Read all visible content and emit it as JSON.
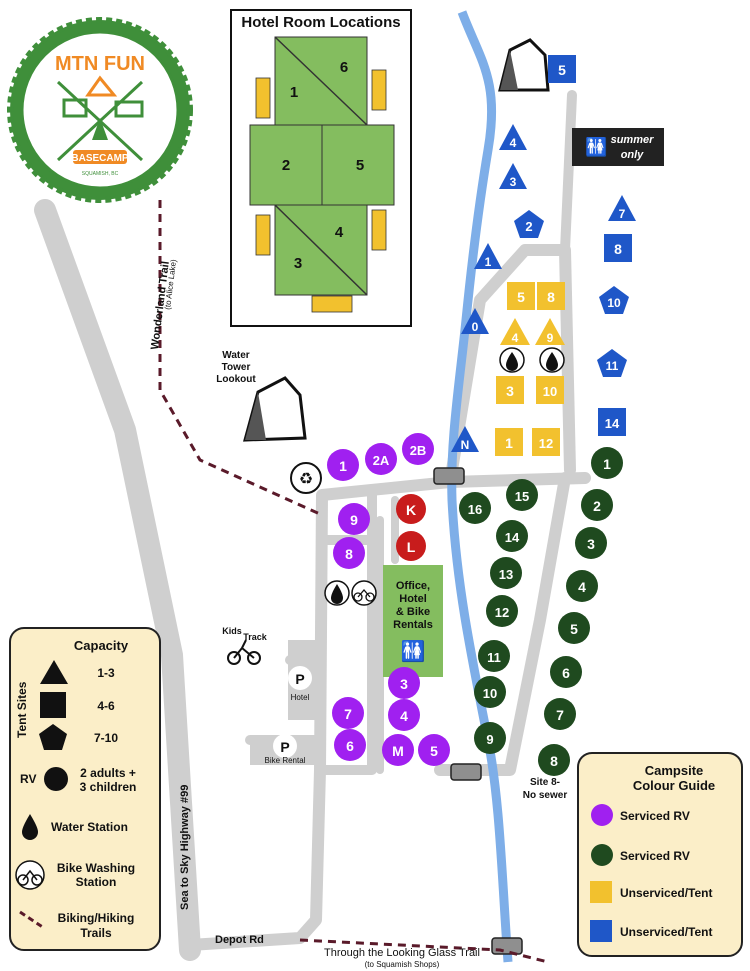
{
  "logo": {
    "name": "MTN FUN",
    "banner": "BASECAMP",
    "place": "SQUAMISH, BC",
    "colors": {
      "ring": "#3f8f3a",
      "accent": "#f08a24",
      "fill": "#ffffff"
    }
  },
  "hotel_panel": {
    "title": "Hotel Room Locations",
    "rooms": [
      "1",
      "6",
      "2",
      "5",
      "4",
      "3"
    ]
  },
  "roads": {
    "highway": "Sea to Sky Highway #99",
    "depot": "Depot Rd"
  },
  "trails": {
    "wonderland": "Wonderland Trail",
    "wonderland_note": "(to Alice Lake)",
    "looking_glass": "Through the Looking Glass Trail",
    "looking_glass_note": "(to Squamish Shops)"
  },
  "landmarks": {
    "water_tower_line1": "Water",
    "water_tower_line2": "Tower",
    "water_tower_line3": "Lookout",
    "kids_track_line1": "Kids",
    "kids_track_line2": "Track",
    "office_line1": "Office,",
    "office_line2": "Hotel",
    "office_line3": "& Bike",
    "office_line4": "Rentals",
    "washroom_line1": "summer",
    "washroom_line2": "only",
    "site8_line1": "Site 8-",
    "site8_line2": "No sewer"
  },
  "parking": {
    "symbol": "P",
    "hotel": "Hotel",
    "bike": "Bike Rental"
  },
  "sites": {
    "servicedA": [
      "1",
      "2A",
      "2B",
      "9",
      "8",
      "7",
      "6",
      "3",
      "4",
      "M",
      "5"
    ],
    "office_codes": [
      "K",
      "L"
    ],
    "servicedB_right": [
      "1",
      "2",
      "3",
      "4",
      "5",
      "6",
      "7",
      "8"
    ],
    "servicedB_inner": [
      "16",
      "15",
      "14",
      "13",
      "12",
      "11",
      "10",
      "9"
    ],
    "unservicedA_squares": [
      "5",
      "8",
      "3",
      "10",
      "1",
      "12"
    ],
    "unservicedA_triangles": [
      "4",
      "9"
    ],
    "unservicedB_triangles": [
      "4",
      "3",
      "1",
      "0",
      "N",
      "7"
    ],
    "unservicedB_squares": [
      "5",
      "8",
      "14"
    ],
    "unservicedB_pentagons": [
      "2",
      "10",
      "11"
    ]
  },
  "legend_capacity": {
    "title": "Capacity",
    "tent_sites": "Tent Sites",
    "triangle": "1-3",
    "square": "4-6",
    "pentagon": "7-10",
    "rv": "RV",
    "rv_line1": "2 adults +",
    "rv_line2": "3 children",
    "water": "Water Station",
    "bike_wash_line1": "Bike Washing",
    "bike_wash_line2": "Station",
    "trails_line1": "Biking/Hiking",
    "trails_line2": "Trails"
  },
  "legend_colour": {
    "title_line1": "Campsite",
    "title_line2": "Colour Guide",
    "items": [
      {
        "label": "Serviced RV",
        "color": "#a020f0"
      },
      {
        "label": "Serviced RV",
        "color": "#1f4a1f"
      },
      {
        "label": "Unserviced/Tent",
        "color": "#f2c12e"
      },
      {
        "label": "Unserviced/Tent",
        "color": "#1f57c8"
      }
    ]
  },
  "colors": {
    "road": "#cfcfcf",
    "river": "#7eaee8",
    "purple": "#a020f0",
    "darkgreen": "#1f4a1f",
    "yellow": "#f2c12e",
    "blue": "#1f57c8",
    "red": "#c81c1c",
    "building": "#84bd5f",
    "legend_bg": "#fbeec8",
    "trail": "#5a1a2a"
  }
}
